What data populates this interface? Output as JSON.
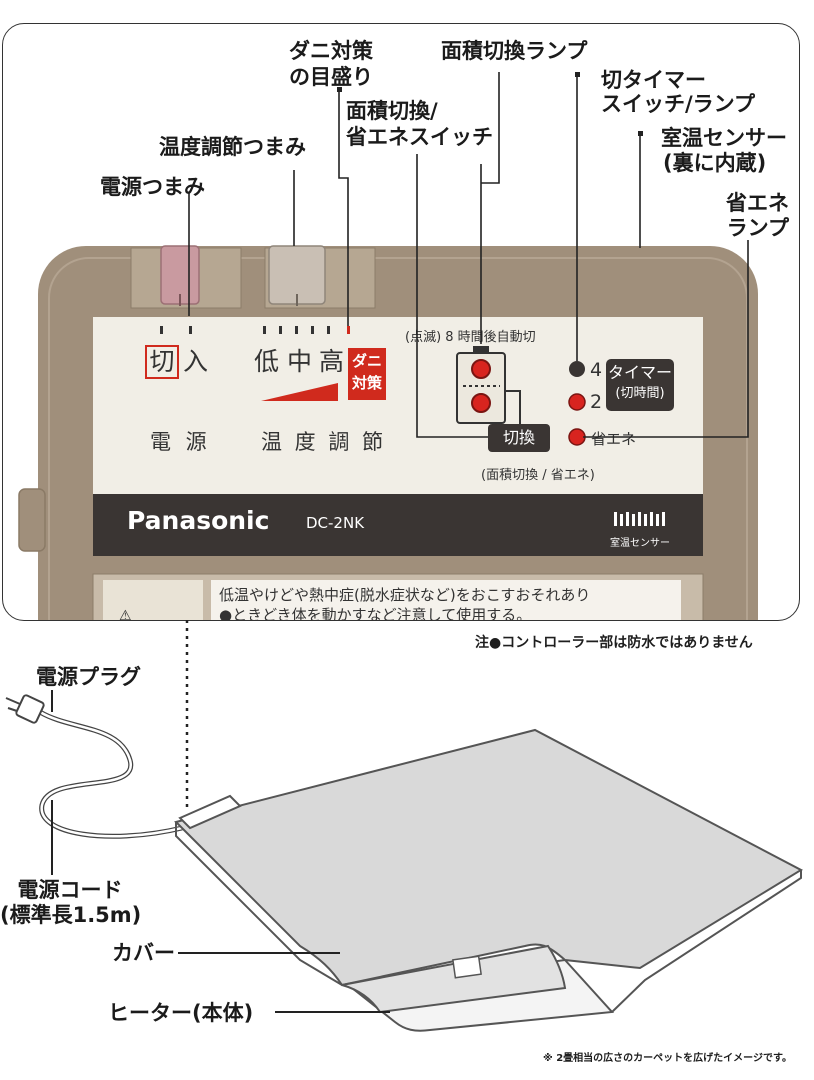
{
  "labels": {
    "mite_scale": [
      "ダニ対策",
      "の目盛り"
    ],
    "area_lamp": "面積切換ランプ",
    "timer": [
      "切タイマー",
      "スイッチ/ランプ"
    ],
    "area_switch": [
      "面積切換/",
      "省エネスイッチ"
    ],
    "temp_knob": "温度調節つまみ",
    "room_sensor": [
      "室温センサー",
      "(裏に内蔵)"
    ],
    "power_knob": "電源つまみ",
    "eco_lamp": [
      "省エネ",
      "ランプ"
    ]
  },
  "panel": {
    "off": "切",
    "on": "入",
    "low": "低",
    "mid": "中",
    "high": "高",
    "mite": [
      "ダニ",
      "対策"
    ],
    "power": "電 源",
    "temp": "温 度 調 節",
    "auto_off": "(点滅) 8 時間後自動切",
    "timer_4": "4",
    "timer_2": "2",
    "timer_button": [
      "タイマー",
      "(切時間)"
    ],
    "switch_button": "切換",
    "eco_lamp": "省エネ",
    "switch_caption": "(面積切換 / 省エネ)",
    "brand": "Panasonic",
    "model": "DC-2NK",
    "sensor_caption": "室温センサー",
    "warning_lines": [
      "低温やけどや熱中症(脱水症状など)をおこすおそれあり",
      "●ときどき体を動かすなど注意して使用する。"
    ]
  },
  "note": "注●コントローラー部は防水ではありません",
  "bottom": {
    "plug": "電源プラグ",
    "cord": [
      "電源コード",
      "(標準長1.5m)"
    ],
    "cover": "カバー",
    "heater": "ヒーター(本体)",
    "footnote": "※ 2畳相当の広さのカーペットを広げたイメージです。"
  },
  "colors": {
    "case": "#a08f7b",
    "face": "#f1eee6",
    "dark_band": "#3a3533",
    "red_lamp": "#d8241f",
    "mite_red": "#d02a1d",
    "power_knob": "#c99aa0",
    "temp_knob": "#c9bfb4",
    "carpet": "#d9d9d9"
  }
}
